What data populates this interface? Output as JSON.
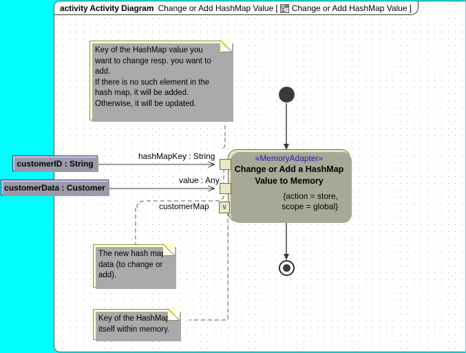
{
  "window": {
    "canvas_background": "#FFFFFF",
    "outside_background": "#00FFFF",
    "grid": "dotted"
  },
  "frame": {
    "keyword": "activity Activity Diagram",
    "name": "Change or Add HashMap Value",
    "bracket_open": "[",
    "bracket_close": "]",
    "qualified_name": "Change or Add HashMap Value",
    "icon": "activity-diagram-icon"
  },
  "notes": [
    {
      "id": "note-key-description",
      "lines": [
        "Key of the HashMap value you",
        "want to change resp. you want to",
        "add.",
        "If there is no such element in the",
        "hash map, it will be added.",
        "Otherwise, it will be updated."
      ],
      "fill": "#FFFFCC"
    },
    {
      "id": "note-new-hash-map-data",
      "lines": [
        "The new hash map",
        "data (to change or",
        "add)."
      ],
      "fill": "#FFFFCC"
    },
    {
      "id": "note-key-within-memory",
      "lines": [
        "Key of the HashMap",
        "itself within memory."
      ],
      "fill": "#FFFFCC"
    }
  ],
  "action": {
    "stereotype": "«MemoryAdapter»",
    "stereotype_color": "#2222AA",
    "title_line1": "Change or Add a HashMap",
    "title_line2": "Value to Memory",
    "constraint_line1": "{action = store,",
    "constraint_line2": "scope = global}",
    "fill": "#E8E8C8",
    "border": "#6B6B3F"
  },
  "pins": [
    {
      "id": "pin-hashmapkey",
      "label": "hashMapKey : String",
      "glyph": ""
    },
    {
      "id": "pin-value",
      "label": "value : Any",
      "glyph": ""
    },
    {
      "id": "pin-customermap",
      "label": "customerMap",
      "glyph": "∨"
    }
  ],
  "parameters": [
    {
      "id": "param-customerid",
      "label": "customerID : String",
      "fill": "#CCCCF5"
    },
    {
      "id": "param-customerdata",
      "label": "customerData : Customer",
      "fill": "#CCCCF5"
    }
  ],
  "control_nodes": {
    "initial": "initial-node",
    "final": "activity-final-node"
  }
}
